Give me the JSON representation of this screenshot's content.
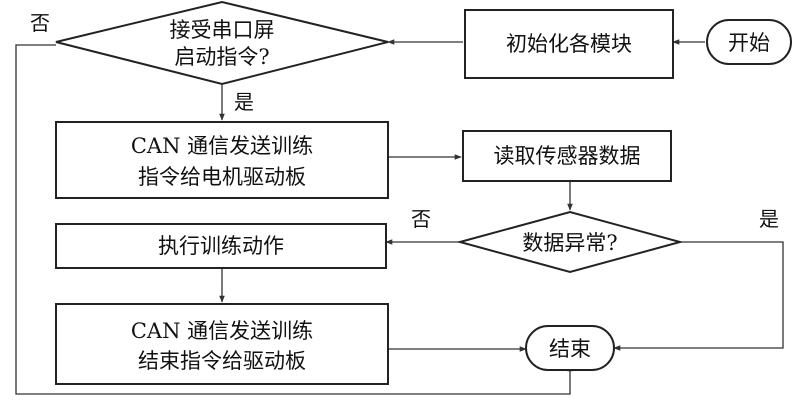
{
  "flowchart": {
    "nodes": {
      "start": {
        "lines": [
          "开始"
        ]
      },
      "init": {
        "lines": [
          "初始化各模块"
        ]
      },
      "decision_receive": {
        "lines": [
          "接受串口屏",
          "启动指令?"
        ]
      },
      "can_send_train": {
        "lines": [
          "CAN 通信发送训练",
          "指令给电机驱动板"
        ]
      },
      "read_sensor": {
        "lines": [
          "读取传感器数据"
        ]
      },
      "decision_abnormal": {
        "lines": [
          "数据异常?"
        ]
      },
      "execute": {
        "lines": [
          "执行训练动作"
        ]
      },
      "can_send_end": {
        "lines": [
          "CAN 通信发送训练",
          "结束指令给驱动板"
        ]
      },
      "end": {
        "lines": [
          "结束"
        ]
      }
    },
    "edge_labels": {
      "receive_no": "否",
      "receive_yes": "是",
      "abnormal_no": "否",
      "abnormal_yes": "是"
    }
  }
}
